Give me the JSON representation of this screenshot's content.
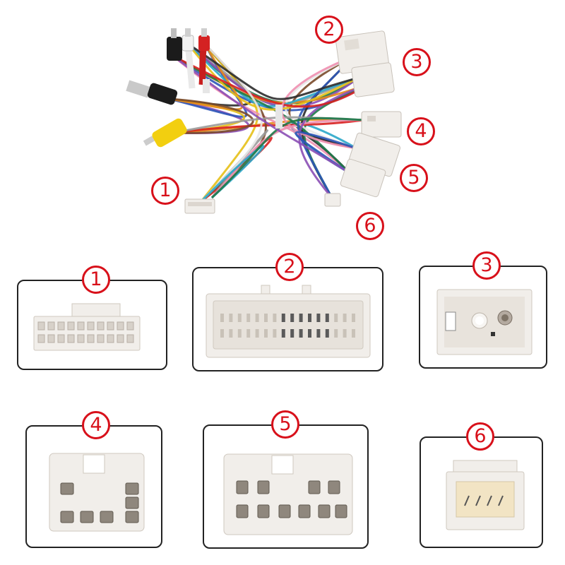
{
  "harness": {
    "labels": [
      "1",
      "2",
      "3",
      "4",
      "5",
      "6"
    ],
    "wire_colors": [
      "#2b2b2b",
      "#1f7a4a",
      "#2d56b8",
      "#8b4fb5",
      "#e48a1a",
      "#e6c018",
      "#d82020",
      "#7a4a2a",
      "#9a9a9a",
      "#e8e8e8",
      "#2aa7c9",
      "#f08fb0"
    ]
  },
  "panels": [
    {
      "label": "1"
    },
    {
      "label": "2"
    },
    {
      "label": "3"
    },
    {
      "label": "4"
    },
    {
      "label": "5"
    },
    {
      "label": "6"
    }
  ],
  "colors": {
    "badge": "#d8101a",
    "connector_body": "#f1eeea",
    "panel_border": "#222222"
  }
}
